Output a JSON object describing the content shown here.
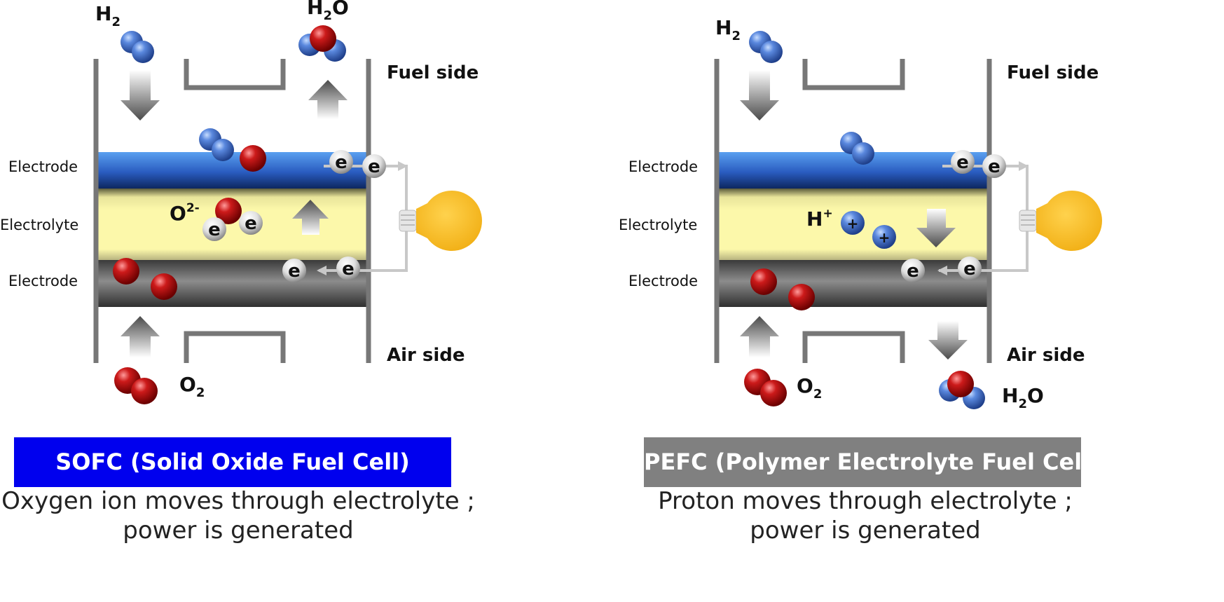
{
  "colors": {
    "sofc_banner": "#0000ee",
    "pefc_banner": "#808080",
    "wall": "#777777",
    "electrode_top": "#2f5fc0",
    "electrolyte": "#fbf7a8",
    "electrode_bottom": "#555555",
    "hydrogen_atom": "#4a78d0",
    "oxygen_atom": "#c0101a",
    "bulb": "#f7bd23"
  },
  "sofc": {
    "h2_label": "H",
    "h2_sub": "2",
    "h2o_label_h": "H",
    "h2o_sub": "2",
    "h2o_label_o": "O",
    "fuel_side": "Fuel side",
    "air_side": "Air side",
    "electrode_top": "Electrode",
    "electrolyte": "Electrolyte",
    "electrode_bottom": "Electrode",
    "o2_label": "O",
    "o2_sub": "2",
    "ion_label": "O",
    "ion_sup": "2-",
    "electron": "e",
    "banner": "SOFC (Solid Oxide Fuel Cell)",
    "desc_line1": "Oxygen ion moves through electrolyte ;",
    "desc_line2": "power is generated"
  },
  "pefc": {
    "h2_label": "H",
    "h2_sub": "2",
    "fuel_side": "Fuel side",
    "air_side": "Air side",
    "electrode_top": "Electrode",
    "electrolyte": "Electrolyte",
    "electrode_bottom": "Electrode",
    "o2_label": "O",
    "o2_sub": "2",
    "h2o_label_h": "H",
    "h2o_sub": "2",
    "h2o_label_o": "O",
    "ion_label": "H",
    "ion_sup": "+",
    "proton_sign": "+",
    "electron": "e",
    "banner": "PEFC (Polymer Electrolyte Fuel Cell)",
    "desc_line1": "Proton moves through electrolyte ;",
    "desc_line2": "power is generated"
  }
}
